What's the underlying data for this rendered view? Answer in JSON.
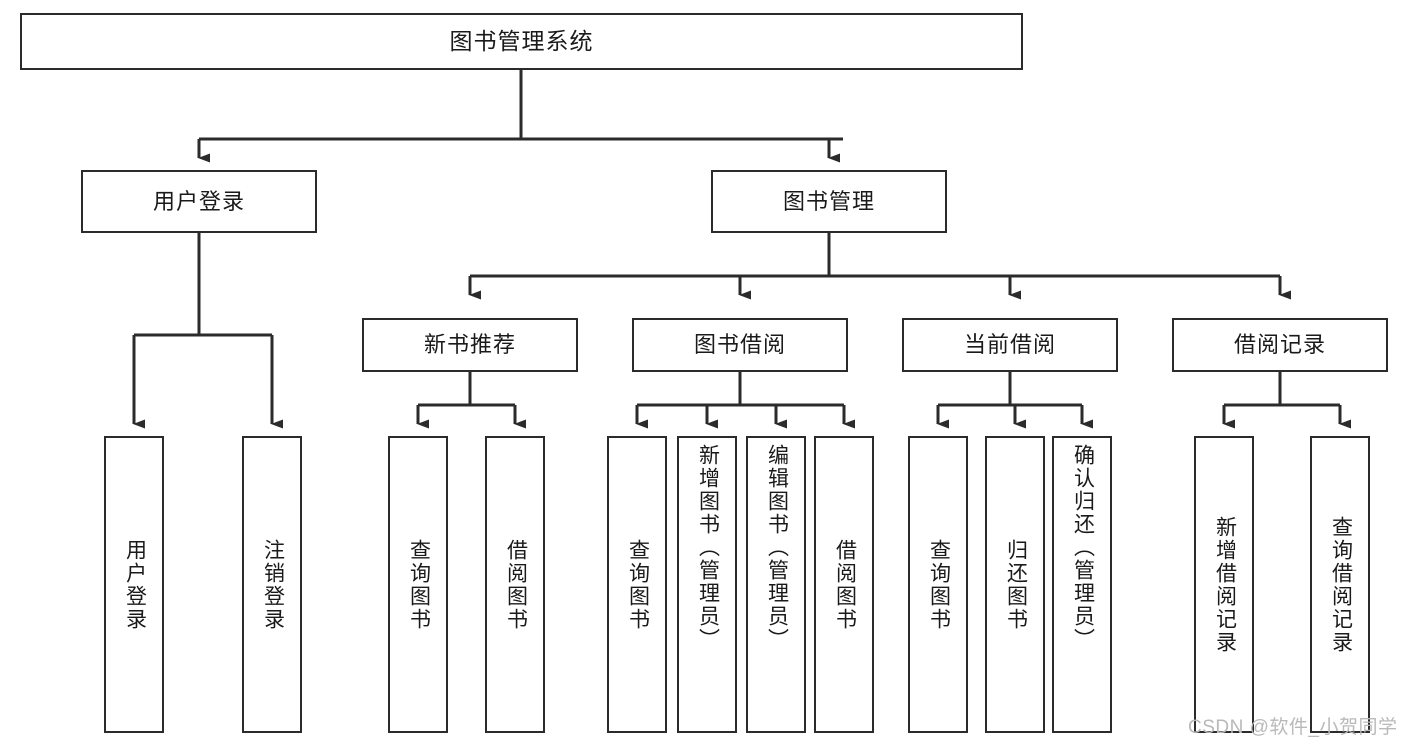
{
  "diagram": {
    "title": "图书管理系统",
    "type": "tree",
    "watermark": "CSDN @软件_小贺同学",
    "colors": {
      "box_border": "#2b2b2b",
      "box_fill": "#ffffff",
      "connector": "#2b2b2b",
      "text": "#1a1a1a",
      "watermark": "#b9b9b9"
    },
    "levels": {
      "root": [
        "图书管理系统"
      ],
      "level2": [
        "用户登录",
        "图书管理"
      ],
      "level3": [
        "新书推荐",
        "图书借阅",
        "当前借阅",
        "借阅记录"
      ],
      "leaves": [
        "用户登录",
        "注销登录",
        "查询图书",
        "借阅图书",
        "查询图书",
        "新增图书（管理员）",
        "编辑图书（管理员）",
        "借阅图书",
        "查询图书",
        "归还图书",
        "确认归还（管理员）",
        "新增借阅记录",
        "查询借阅记录"
      ]
    },
    "nodes": {
      "root": {
        "label": "图书管理系统"
      },
      "user_login": {
        "label": "用户登录"
      },
      "book_manage": {
        "label": "图书管理"
      },
      "new_book_rec": {
        "label": "新书推荐"
      },
      "book_borrow": {
        "label": "图书借阅"
      },
      "current_borrow": {
        "label": "当前借阅"
      },
      "borrow_record": {
        "label": "借阅记录"
      },
      "leaf_user_login": {
        "label": "用户登录"
      },
      "leaf_user_logout": {
        "label": "注销登录"
      },
      "leaf_rec_query": {
        "label": "查询图书"
      },
      "leaf_rec_borrow": {
        "label": "借阅图书"
      },
      "leaf_borrow_query": {
        "label": "查询图书"
      },
      "leaf_borrow_add": {
        "label": "新增图书（管理员）"
      },
      "leaf_borrow_edit": {
        "label": "编辑图书（管理员）"
      },
      "leaf_borrow_do": {
        "label": "借阅图书"
      },
      "leaf_cur_query": {
        "label": "查询图书"
      },
      "leaf_cur_return": {
        "label": "归还图书"
      },
      "leaf_cur_confirm": {
        "label": "确认归还（管理员）"
      },
      "leaf_rec_add": {
        "label": "新增借阅记录"
      },
      "leaf_rec_search": {
        "label": "查询借阅记录"
      }
    }
  }
}
